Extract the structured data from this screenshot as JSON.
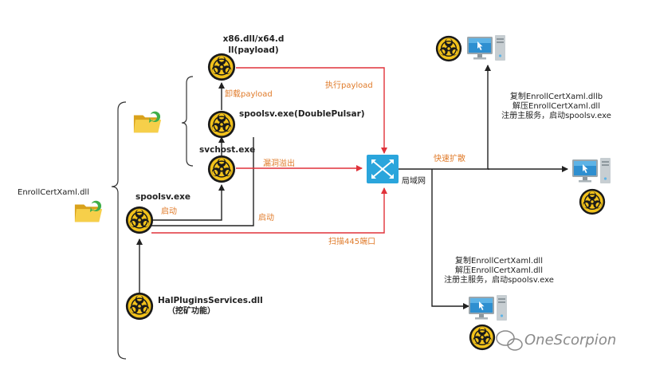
{
  "nodes": {
    "enroll_root": "EnrollCertXaml.dll",
    "payload_line1": "x86.dll/x64.d",
    "payload_line2": "ll(payload)",
    "spoolsv_doublepulsar": "spoolsv.exe(DoublePulsar)",
    "svchost": "svchost.exe",
    "spoolsv": "spoolsv.exe",
    "hal_line1": "HalPluginsServices.dll",
    "hal_line2": "（挖矿功能）",
    "lan": "局域网"
  },
  "edges": {
    "unload_payload": "卸载payload",
    "exec_payload": "执行payload",
    "exploit_overflow": "漏洞溢出",
    "start_1": "启动",
    "start_2": "启动",
    "scan_445": "扫描445端口",
    "fast_spread": "快速扩散"
  },
  "notes": {
    "top_right": [
      "复制EnrollCertXaml.dllb",
      "解压EnrollCertXaml.dll",
      "注册主服务，启动spoolsv.exe"
    ],
    "bottom": [
      "复制EnrollCertXaml.dll",
      "解压EnrollCertXaml.dll",
      "注册主服务，启动spoolsv.exe"
    ]
  },
  "watermark": "OneScorpion",
  "colors": {
    "red_arrow": "#e0323a",
    "dark_arrow": "#222222",
    "orange_text": "#e07b2a",
    "switch_blue": "#2aa5dc"
  }
}
